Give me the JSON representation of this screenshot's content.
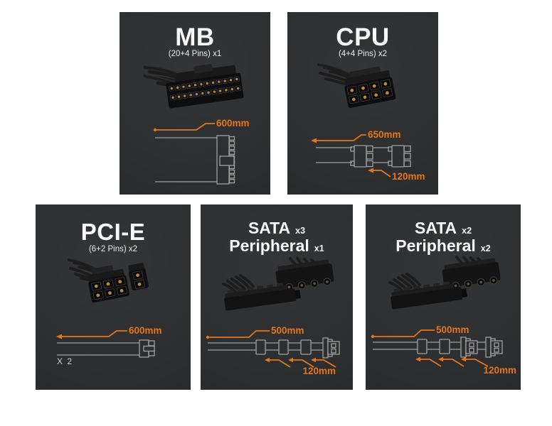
{
  "colors": {
    "page_bg": "#ffffff",
    "card_bg": "#2e2f30",
    "accent_orange": "#e4761b",
    "diagram_gray": "#a0a0a0",
    "text_white": "#f7f7f7"
  },
  "cards": [
    {
      "id": "mb",
      "title": "MB",
      "subtitle": "(20+4 Pins) x1",
      "length_label": "600mm",
      "connector": "atx-24pin-connector"
    },
    {
      "id": "cpu",
      "title": "CPU",
      "subtitle": "(4+4 Pins) x2",
      "length_label": "650mm",
      "segment_label": "120mm",
      "connector": "eps-8pin-connector"
    },
    {
      "id": "pcie",
      "title": "PCI-E",
      "subtitle": "(6+2 Pins) x2",
      "length_label": "600mm",
      "quantity_label": "X 2",
      "connector": "pcie-6plus2pin-connector"
    },
    {
      "id": "sata-x3-peripheral-x1",
      "title_main": "SATA",
      "title_main_count": "x3",
      "title_sub": "Peripheral",
      "title_sub_count": "x1",
      "length_label": "500mm",
      "segment_label": "120mm",
      "connector": "sata-and-peripheral-connectors"
    },
    {
      "id": "sata-x2-peripheral-x2",
      "title_main": "SATA",
      "title_main_count": "x2",
      "title_sub": "Peripheral",
      "title_sub_count": "x2",
      "length_label": "500mm",
      "segment_label": "120mm",
      "connector": "sata-and-peripheral-connectors"
    }
  ]
}
